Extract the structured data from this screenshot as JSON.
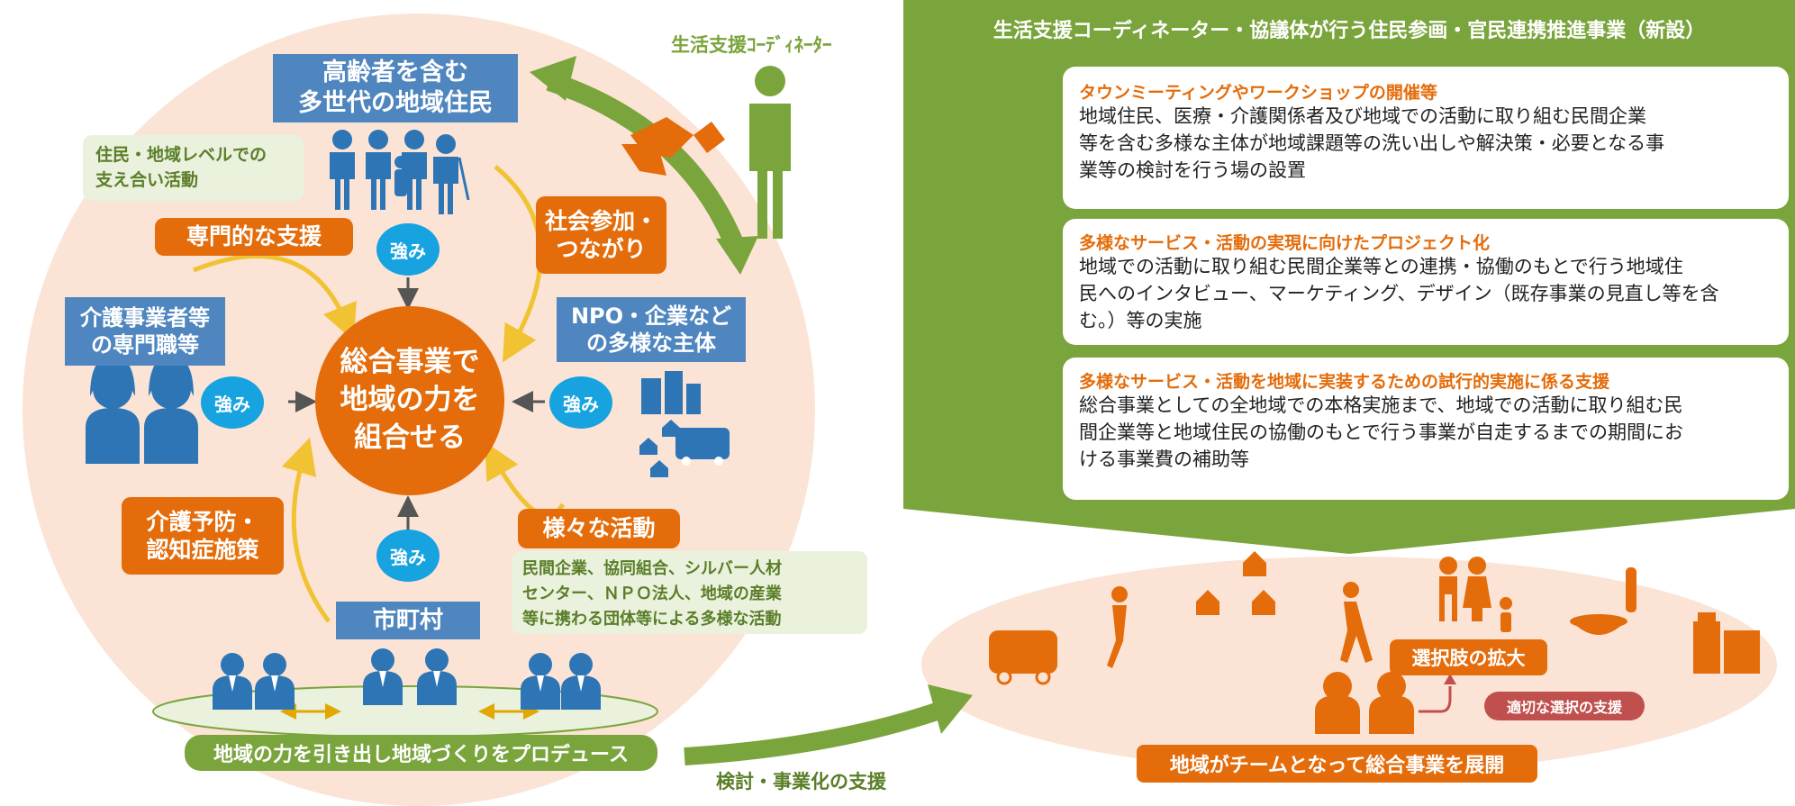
{
  "left": {
    "residents_box": [
      "高齢者を含む",
      "多世代の地域住民"
    ],
    "residents_note": [
      "住民・地域レベルでの",
      "支え合い活動"
    ],
    "specialized_support": "専門的な支援",
    "care_providers_box": [
      "介護事業者等",
      "の専門職等"
    ],
    "social_participation": [
      "社会参加・",
      "つながり"
    ],
    "npo_box": [
      "NPO・企業など",
      "の多様な主体"
    ],
    "center": [
      "総合事業で",
      "地域の力を",
      "組合せる"
    ],
    "strength": "強み",
    "care_prevention": [
      "介護予防・",
      "認知症施策"
    ],
    "various_activities": "様々な活動",
    "activities_note": [
      "民間企業、協同組合、シルバー人材",
      "センター、ＮＰＯ法人、地域の産業",
      "等に携わる団体等による多様な活動"
    ],
    "municipality": "市町村",
    "produce_banner": "地域の力を引き出し地域づくりをプロデュース"
  },
  "coordinator_label": "生活支援ｺｰﾃﾞｨﾈｰﾀｰ",
  "study_support": "検討・事業化の支援",
  "right": {
    "header": "生活支援コーディネーター・協議体が行う住民参画・官民連携推進事業（新設）",
    "items": [
      {
        "title": "タウンミーティングやワークショップの開催等",
        "body": [
          "地域住民、医療・介護関係者及び地域での活動に取り組む民間企業",
          "等を含む多様な主体が地域課題等の洗い出しや解決策・必要となる事",
          "業等の検討を行う場の設置"
        ],
        "icon": "meeting-icon"
      },
      {
        "title": "多様なサービス・活動の実現に向けたプロジェクト化",
        "body": [
          "地域での活動に取り組む民間企業等との連携・協働のもとで行う地域住",
          "民へのインタビュー、マーケティング、デザイン（既存事業の見直し等を含",
          "む。）等の実施"
        ],
        "icon": "idea-group-icon"
      },
      {
        "title": "多様なサービス・活動を地域に実装するための試行的実施に係る支援",
        "body": [
          "総合事業としての全地域での本格実施まで、地域での活動に取り組む民",
          "間企業等と地域住民の協働のもとで行う事業が自走するまでの期間にお",
          "ける事業費の補助等"
        ],
        "icon": "growth-icon"
      }
    ],
    "choice_expansion": "選択肢の拡大",
    "appropriate_choice": "適切な選択の支援",
    "team_banner": "地域がチームとなって総合事業を展開"
  },
  "colors": {
    "green": "#7aa43c",
    "light_green": "#eaf1dd",
    "orange": "#e46c0a",
    "blue": "#4f86bf",
    "cyan": "#16a3e0",
    "peach": "#fbe4d5",
    "icon_blue": "#2e75b6",
    "icon_green": "#7aa43c",
    "icon_orange": "#e46c0a"
  }
}
